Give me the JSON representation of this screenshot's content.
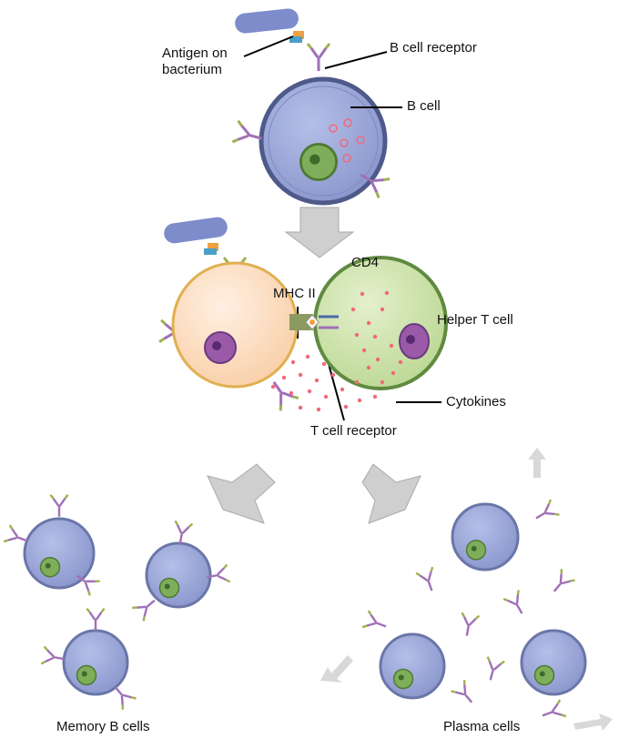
{
  "labels": {
    "antigen_line1": "Antigen on",
    "antigen_line2": "bacterium",
    "b_cell_receptor": "B cell receptor",
    "b_cell": "B cell",
    "cd4": "CD4",
    "mhc2": "MHC II",
    "helper_t_cell": "Helper T cell",
    "cytokines": "Cytokines",
    "t_cell_receptor": "T cell receptor",
    "memory_b_cells": "Memory B cells",
    "plasma_cells": "Plasma cells"
  },
  "colors": {
    "b_cell_fill": "#9aa6d8",
    "b_cell_outline": "#4e5a8a",
    "nucleus_green": "#7fae5a",
    "apc_fill": "#fcd8b8",
    "apc_outline": "#e0b050",
    "t_cell_fill": "#cde2a8",
    "t_cell_outline": "#5f8a40",
    "nucleus_purple": "#9a5aa8",
    "cytokine": "#f06a7a",
    "antibody_stem": "#a070b8",
    "antibody_tip": "#a0b050",
    "arrow_gray": "#c8c8c8"
  }
}
